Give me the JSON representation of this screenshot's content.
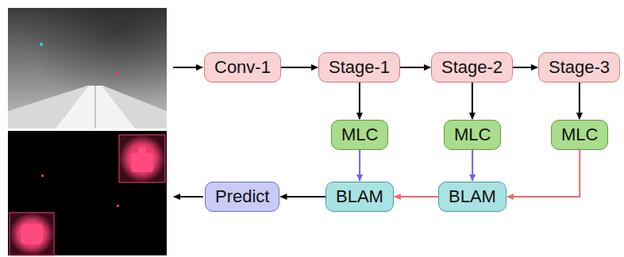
{
  "diagram": {
    "nodes": [
      {
        "text": [
          "Conv-1"
        ]
      },
      {
        "text": [
          "Stage-1"
        ]
      },
      {
        "text": [
          "Stage-2"
        ]
      },
      {
        "text": [
          "Stage-3"
        ]
      },
      {
        "text": [
          "MLC"
        ]
      },
      {
        "text": [
          "MLC"
        ]
      },
      {
        "text": [
          "MLC"
        ]
      },
      {
        "text": [
          "Predict"
        ]
      },
      {
        "text": [
          "BLAM"
        ]
      },
      {
        "text": [
          "BLAM"
        ]
      }
    ],
    "edges": [
      {
        "from": 0,
        "to": 1,
        "arrow": "to"
      },
      {
        "from": 1,
        "to": 2,
        "arrow": "to"
      },
      {
        "from": 2,
        "to": 3,
        "arrow": "to"
      },
      {
        "from": 1,
        "to": 4,
        "arrow": "to"
      },
      {
        "from": 2,
        "to": 5,
        "arrow": "to"
      },
      {
        "from": 3,
        "to": 6,
        "arrow": "to"
      },
      {
        "from": 4,
        "to": 8,
        "arrow": "to"
      },
      {
        "from": 5,
        "to": 9,
        "arrow": "to"
      },
      {
        "from": 6,
        "to": 9,
        "arrow": "to"
      },
      {
        "from": 9,
        "to": 8,
        "arrow": "to"
      },
      {
        "from": 8,
        "to": 7,
        "arrow": "to"
      }
    ]
  }
}
